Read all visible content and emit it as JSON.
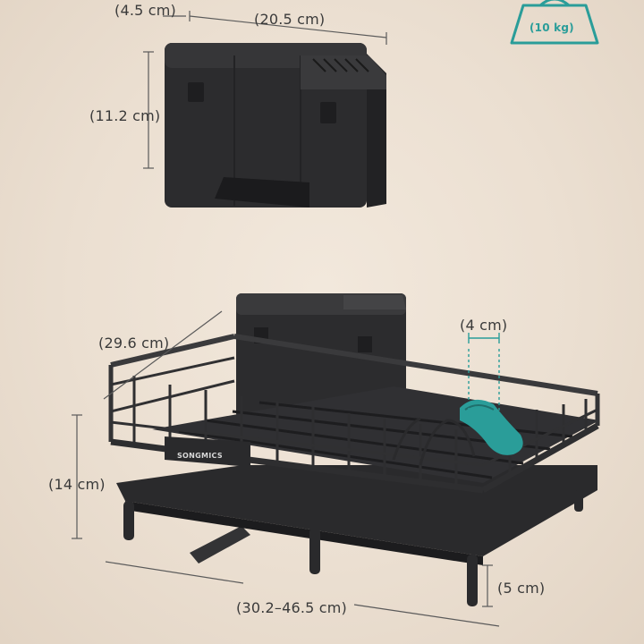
{
  "dimensions": {
    "caddy_depth": "(4.5 cm)",
    "caddy_width": "(20.5 cm)",
    "caddy_height": "(11.2 cm)",
    "rack_depth": "(29.6 cm)",
    "rack_height": "(14 cm)",
    "slot_gap": "(4 cm)",
    "foot_height": "(5 cm)",
    "rack_width": "(30.2–46.5 cm)"
  },
  "badge": {
    "load_capacity": "(10 kg)",
    "icon": "weight-icon"
  },
  "brand": {
    "name": "SONGMICS"
  },
  "colors": {
    "background": "#ece1d4",
    "metal": "#2e2e30",
    "accent": "#2a9d99",
    "text": "#3a3a3a"
  }
}
